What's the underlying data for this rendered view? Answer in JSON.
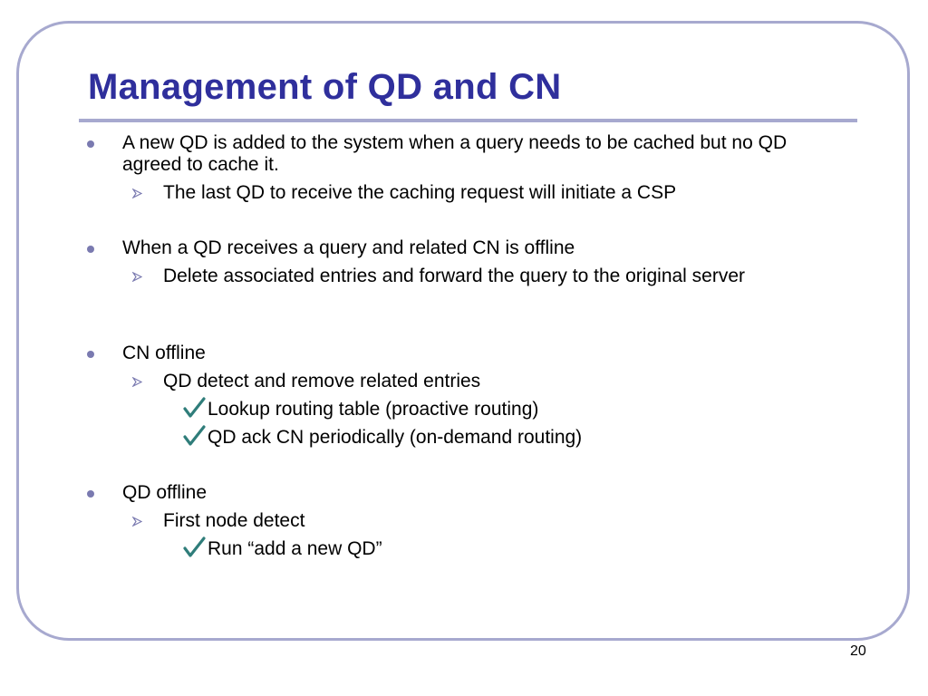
{
  "slide": {
    "title": "Management of QD and CN",
    "page_number": "20",
    "accent_color": "#2f2f9c",
    "frame_color": "#a7a9cf",
    "bullets": [
      {
        "text": "A new QD is added to the system when a query needs to be cached but no QD agreed to cache it.",
        "subs": [
          {
            "text": "The last QD to receive the caching request will initiate a CSP",
            "checks": []
          }
        ]
      },
      {
        "text": "When a QD receives a query and related CN is offline",
        "subs": [
          {
            "text": "Delete associated entries and forward the query to the original server",
            "checks": []
          }
        ]
      },
      {
        "text": "CN offline",
        "subs": [
          {
            "text": "QD detect and remove related entries",
            "checks": [
              "Lookup routing table (proactive routing)",
              "QD ack CN periodically (on-demand routing)"
            ]
          }
        ]
      },
      {
        "text": "QD offline",
        "subs": [
          {
            "text": "First node detect",
            "checks": [
              "Run “add a new QD”"
            ]
          }
        ]
      }
    ]
  }
}
